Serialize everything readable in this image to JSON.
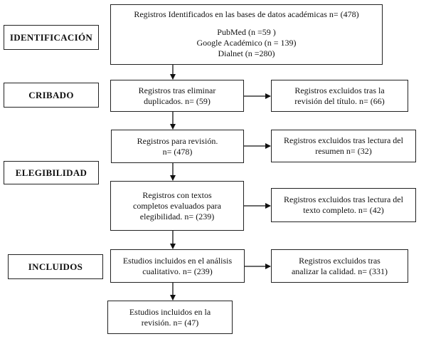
{
  "stages": {
    "identificacion": "IDENTIFICACIÓN",
    "cribado": "CRIBADO",
    "elegibilidad": "ELEGIBILIDAD",
    "incluidos": "INCLUIDOS"
  },
  "boxes": {
    "identified": {
      "line1": "Registros Identificados en las bases de datos académicas n= (478)",
      "line2": "PubMed (n =59 )",
      "line3": "Google Académico (n = 139)",
      "line4": "Dialnet (n =280)"
    },
    "duplicates": {
      "line1": "Registros tras eliminar",
      "line2": "duplicados. n= (59)"
    },
    "excluded_title": {
      "line1": "Registros excluidos tras la",
      "line2": "revisión del título. n= (66)"
    },
    "review": {
      "line1": "Registros para revisión.",
      "line2": "n= (478)"
    },
    "excluded_abstract": {
      "line1": "Registros excluidos tras lectura del",
      "line2": "resumen n= (32)"
    },
    "fulltext": {
      "line1": "Registros con textos",
      "line2": "completos evaluados para",
      "line3": "elegibilidad. n= (239)"
    },
    "excluded_fulltext": {
      "line1": "Registros excluidos tras lectura del",
      "line2": "texto completo. n= (42)"
    },
    "qualitative": {
      "line1": "Estudios incluidos en el análisis",
      "line2": "cualitativo. n= (239)"
    },
    "excluded_quality": {
      "line1": "Registros excluidos tras",
      "line2": "analizar la calidad. n= (331)"
    },
    "review_included": {
      "line1": "Estudios incluidos en la",
      "line2": "revisión. n= (47)"
    }
  }
}
